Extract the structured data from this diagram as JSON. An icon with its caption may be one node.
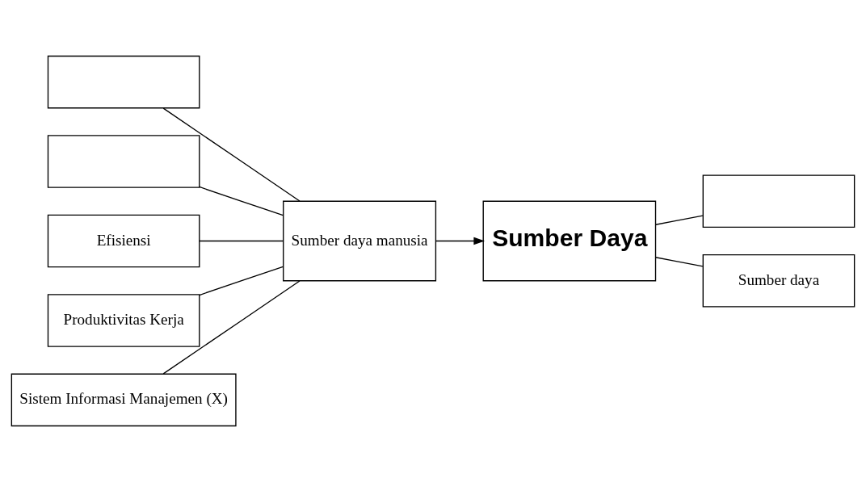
{
  "diagram": {
    "nodes": [
      {
        "text": [],
        "shape": "box"
      },
      {
        "text": [],
        "shape": "box"
      },
      {
        "text": [
          "Efisiensi"
        ]
      },
      {
        "text": [
          "Produktivitas Kerja"
        ]
      },
      {
        "text": [
          "Sistem Informasi Manajemen (X)"
        ]
      },
      {
        "text": [
          "Sumber daya manusia"
        ]
      },
      {
        "text": [
          "Sumber Daya"
        ]
      },
      {
        "text": [],
        "shape": "box"
      },
      {
        "text": [
          "Sumber daya"
        ]
      }
    ],
    "edges": [
      {
        "from": 0,
        "to": 5,
        "arrow": "none"
      },
      {
        "from": 1,
        "to": 5,
        "arrow": "none"
      },
      {
        "from": 2,
        "to": 5,
        "arrow": "none"
      },
      {
        "from": 3,
        "to": 5,
        "arrow": "none"
      },
      {
        "from": 4,
        "to": 5,
        "arrow": "none"
      },
      {
        "from": 5,
        "to": 6,
        "arrow": "to"
      },
      {
        "from": 6,
        "to": 7,
        "arrow": "none"
      },
      {
        "from": 6,
        "to": 8,
        "arrow": "none"
      }
    ]
  }
}
